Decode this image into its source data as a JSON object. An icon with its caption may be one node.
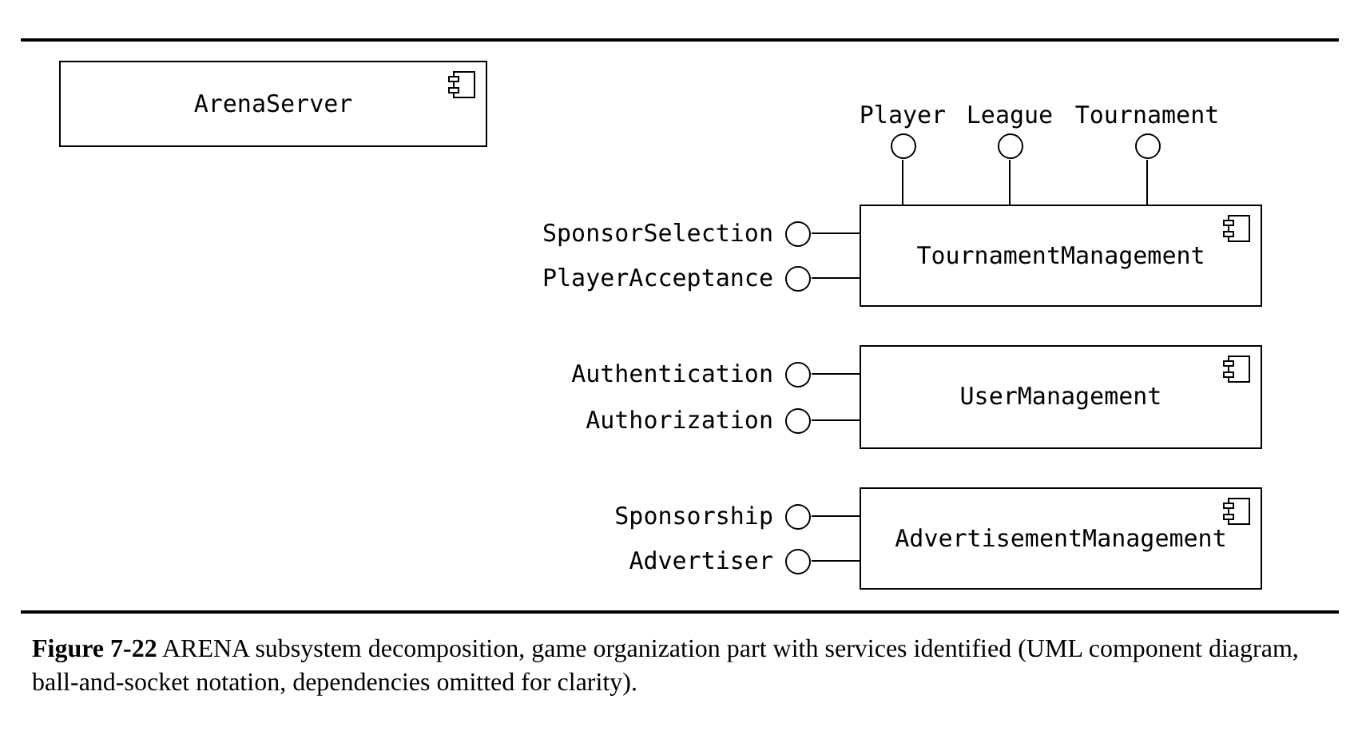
{
  "diagram": {
    "caption": "**Figure 7-22** ARENA subsystem decomposition, game organization part with services identified (UML component diagram, ball-and-socket notation, dependencies omitted for clarity).",
    "nodes": [
      {
        "text": [
          "ArenaServer"
        ]
      },
      {
        "text": [
          "Player"
        ]
      },
      {
        "text": [
          "League"
        ]
      },
      {
        "text": [
          "Tournament"
        ]
      },
      {
        "text": [
          "SponsorSelection"
        ]
      },
      {
        "text": [
          "PlayerAcceptance"
        ]
      },
      {
        "text": [
          "TournamentManagement"
        ]
      },
      {
        "text": [
          "Authentication"
        ]
      },
      {
        "text": [
          "Authorization"
        ]
      },
      {
        "text": [
          "UserManagement"
        ]
      },
      {
        "text": [
          "Sponsorship"
        ]
      },
      {
        "text": [
          "Advertiser"
        ]
      },
      {
        "text": [
          "AdvertisementManagement"
        ]
      }
    ],
    "edges": [
      {
        "from": 1,
        "to": 6,
        "arrow": "none"
      },
      {
        "from": 2,
        "to": 6,
        "arrow": "none"
      },
      {
        "from": 3,
        "to": 6,
        "arrow": "none"
      },
      {
        "from": 4,
        "to": 6,
        "arrow": "none"
      },
      {
        "from": 5,
        "to": 6,
        "arrow": "none"
      },
      {
        "from": 7,
        "to": 9,
        "arrow": "none"
      },
      {
        "from": 8,
        "to": 9,
        "arrow": "none"
      },
      {
        "from": 10,
        "to": 12,
        "arrow": "none"
      },
      {
        "from": 11,
        "to": 12,
        "arrow": "none"
      }
    ]
  }
}
